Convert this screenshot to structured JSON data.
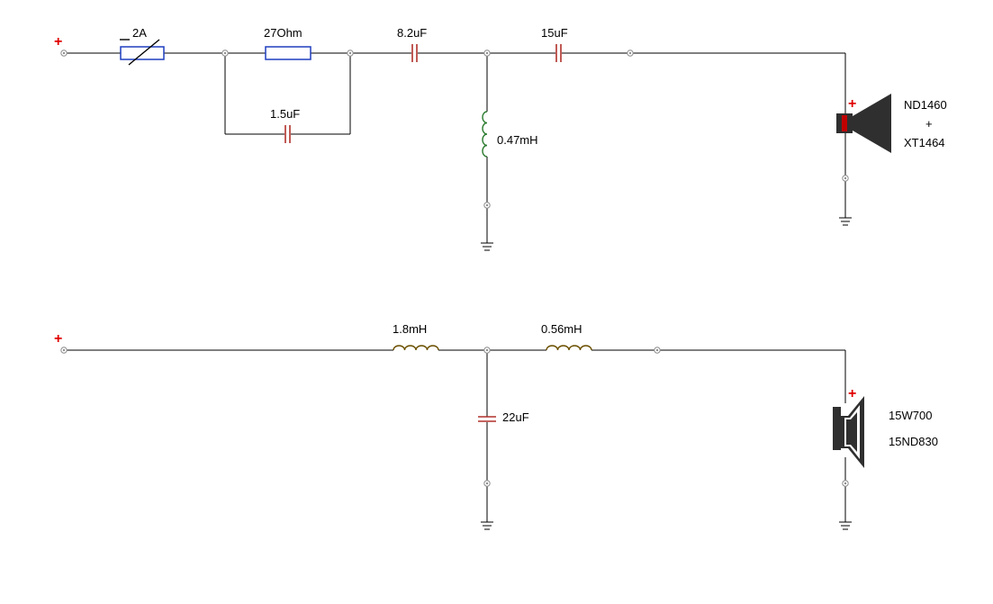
{
  "colors": {
    "wire": "#000000",
    "resistor": "#1f3fbf",
    "capacitor": "#b0302a",
    "inductor_tweeter": "#2e7d32",
    "inductor_woofer": "#6b5000",
    "terminal": "#8c8c8c",
    "polarity": "#e00000",
    "speaker": "#2f2f2f",
    "speaker_dome": "#c00000"
  },
  "tweeter_branch": {
    "input_polarity": "+",
    "fuse_label": "2A",
    "resistor_label": "27Ohm",
    "bypass_cap_label": "1.5uF",
    "series_cap1_label": "8.2uF",
    "series_cap2_label": "15uF",
    "shunt_inductor_label": "0.47mH",
    "speaker_polarity": "+",
    "speaker_line1": "ND1460",
    "speaker_line2": "+",
    "speaker_line3": "XT1464"
  },
  "woofer_branch": {
    "input_polarity": "+",
    "inductor1_label": "1.8mH",
    "inductor2_label": "0.56mH",
    "shunt_cap_label": "22uF",
    "speaker_polarity": "+",
    "speaker_line1": "15W700",
    "speaker_line2": "15ND830"
  },
  "icons": {
    "ground": "ground-icon",
    "node": "terminal-node-icon",
    "tweeter": "horn-tweeter-icon",
    "woofer": "cone-woofer-icon"
  }
}
